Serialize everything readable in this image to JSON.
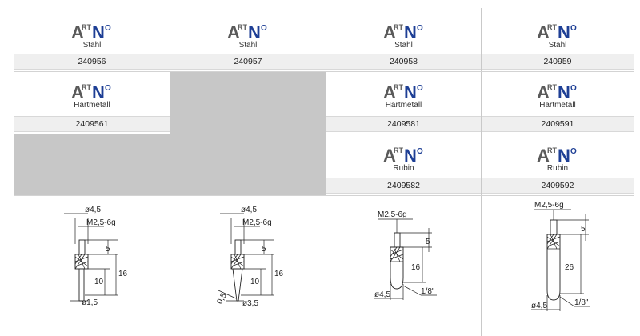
{
  "products": [
    {
      "material": "Stahl",
      "art_no": "240956"
    },
    {
      "material": "Stahl",
      "art_no": "240957"
    },
    {
      "material": "Stahl",
      "art_no": "240958"
    },
    {
      "material": "Stahl",
      "art_no": "240959"
    },
    {
      "material": "Hartmetall",
      "art_no": "2409561"
    },
    {
      "material": "Hartmetall",
      "art_no": "2409581"
    },
    {
      "material": "Hartmetall",
      "art_no": "2409591"
    },
    {
      "material": "Rubin",
      "art_no": "2409582"
    },
    {
      "material": "Rubin",
      "art_no": "2409592"
    }
  ],
  "logo": {
    "a": "A",
    "rt": "RT",
    "n": "N",
    "o": "O"
  },
  "drawings": [
    {
      "dia_top": "ø4,5",
      "thread": "M2,5-6g",
      "dim1": "5",
      "dim2": "16",
      "dim3": "10",
      "dia_bottom": "ø1,5"
    },
    {
      "dia_top": "ø4,5",
      "thread": "M2,5-6g",
      "dim1": "5",
      "dim2": "16",
      "dim3": "10",
      "angle": "0,5",
      "dia_bottom": "ø3,5"
    },
    {
      "thread": "M2,5-6g",
      "dim1": "5",
      "dim2": "16",
      "dia_bottom": "ø4,5",
      "ball": "1/8\""
    },
    {
      "thread": "M2,5-6g",
      "dim1": "5",
      "dim2": "26",
      "dia_bottom": "ø4,5",
      "ball": "1/8\""
    }
  ],
  "colors": {
    "logo_gray": "#5a5a5a",
    "logo_blue": "#1e3f95",
    "art_bar": "#efefef",
    "empty_cell": "#c7c7c7"
  }
}
